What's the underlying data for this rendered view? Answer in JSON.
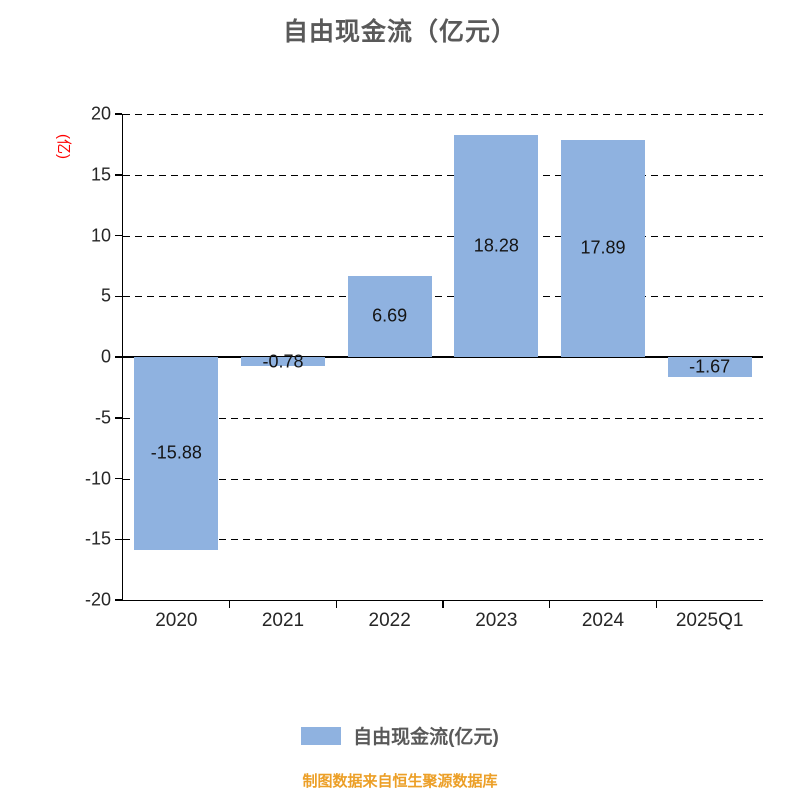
{
  "title": "自由现金流（亿元）",
  "y_axis_unit_label": "(亿)",
  "legend": {
    "label": "自由现金流(亿元)",
    "swatch_color": "#8FB2E0"
  },
  "footer_note": "制图数据来自恒生聚源数据库",
  "colors": {
    "bar": "#8FB2E0",
    "title": "#595959",
    "axis_unit": "#FF0000",
    "footer": "#EC9F27",
    "value_label": "#141414"
  },
  "chart_data": {
    "type": "bar",
    "categories": [
      "2020",
      "2021",
      "2022",
      "2023",
      "2024",
      "2025Q1"
    ],
    "values": [
      -15.88,
      -0.78,
      6.69,
      18.28,
      17.89,
      -1.67
    ],
    "value_labels": [
      "-15.88",
      "-0.78",
      "6.69",
      "18.28",
      "17.89",
      "-1.67"
    ],
    "title": "自由现金流（亿元）",
    "xlabel": "",
    "ylabel": "(亿)",
    "ylim": [
      -20,
      20
    ],
    "yticks": [
      20,
      15,
      10,
      5,
      0,
      -5,
      -10,
      -15,
      -20
    ],
    "grid": "dashed-horizontal",
    "legend_position": "bottom",
    "bar_color": "#8FB2E0"
  }
}
